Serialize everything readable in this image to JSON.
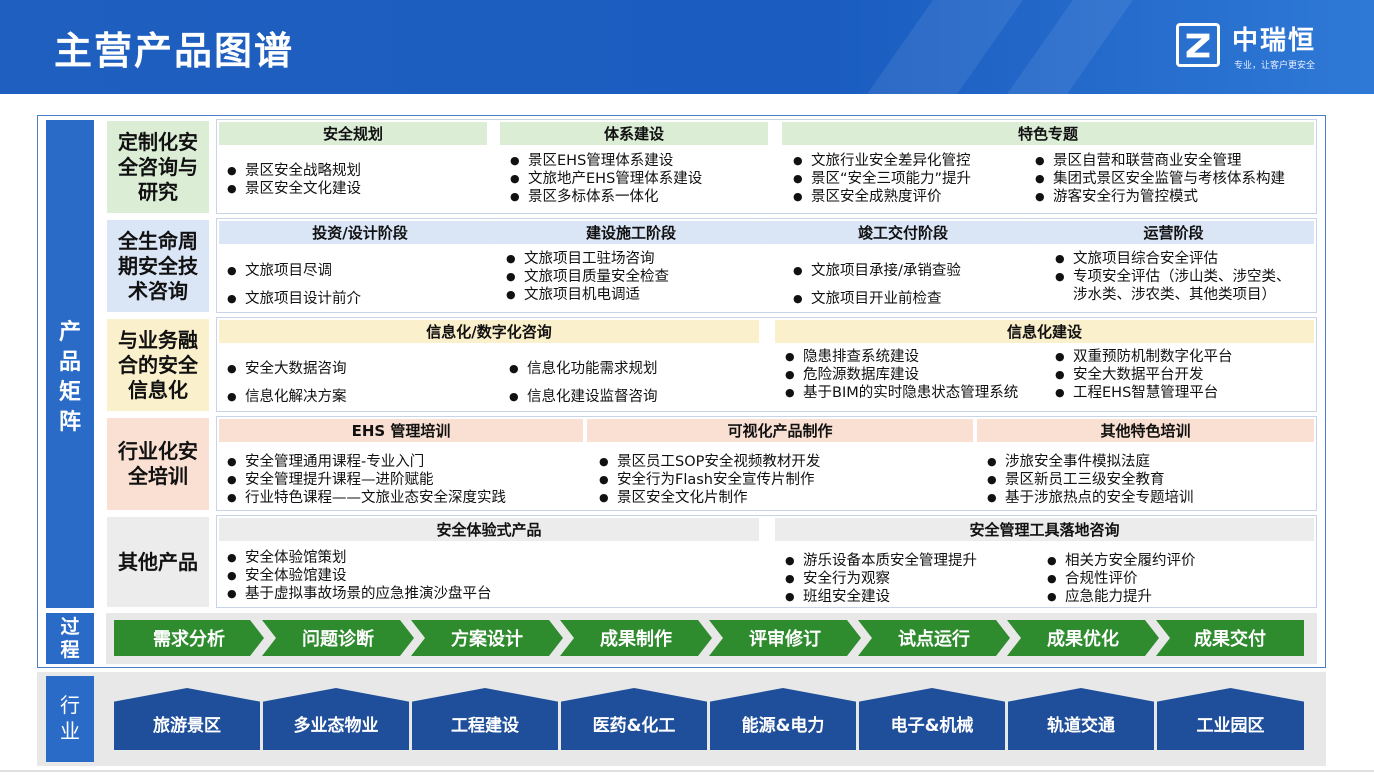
{
  "header": {
    "title": "主营产品图谱",
    "logo_name": "中瑞恒",
    "logo_slogan": "专业，让客户更安全"
  },
  "side_labels": {
    "matrix": [
      "产",
      "品",
      "矩",
      "阵"
    ],
    "process": [
      "过",
      "程"
    ],
    "industry": [
      "行",
      "业"
    ]
  },
  "colors": {
    "primary_blue": "#2a6bc8",
    "green_header": "#dcedd6",
    "blue_header": "#dae5f5",
    "yellow_header": "#fbf0cc",
    "pink_header": "#fae0d3",
    "gray_header": "#ececec",
    "process_green": "#2e8b2e",
    "industry_blue": "#1f4f9a"
  },
  "rows": [
    {
      "label": "定制化安全咨询与研究",
      "headers": [
        "安全规划",
        "体系建设",
        "特色专题"
      ],
      "cols": [
        [
          "景区安全战略规划",
          "景区安全文化建设"
        ],
        [
          "景区EHS管理体系建设",
          "文旅地产EHS管理体系建设",
          "景区多标体系一体化"
        ],
        [
          "文旅行业安全差异化管控",
          "景区“安全三项能力”提升",
          "景区安全成熟度评价"
        ],
        [
          "景区自营和联营商业安全管理",
          "集团式景区安全监管与考核体系构建",
          "游客安全行为管控模式"
        ]
      ]
    },
    {
      "label": "全生命周期安全技术咨询",
      "headers": [
        "投资/设计阶段",
        "建设施工阶段",
        "竣工交付阶段",
        "运营阶段"
      ],
      "cols": [
        [
          "文旅项目尽调",
          "文旅项目设计前介"
        ],
        [
          "文旅项目工驻场咨询",
          "文旅项目质量安全检查",
          "文旅项目机电调适"
        ],
        [
          "文旅项目承接/承销查验",
          "文旅项目开业前检查"
        ],
        [
          "文旅项目综合安全评估",
          "专项安全评估（涉山类、涉空类、",
          "涉水类、涉农类、其他类项目）"
        ]
      ]
    },
    {
      "label": "与业务融合的安全信息化",
      "headers": [
        "信息化/数字化咨询",
        "信息化建设"
      ],
      "cols": [
        [
          "安全大数据咨询",
          "信息化解决方案"
        ],
        [
          "信息化功能需求规划",
          "信息化建设监督咨询"
        ],
        [
          "隐患排查系统建设",
          "危险源数据库建设",
          "基于BIM的实时隐患状态管理系统"
        ],
        [
          "双重预防机制数字化平台",
          "安全大数据平台开发",
          "工程EHS智慧管理平台"
        ]
      ]
    },
    {
      "label": "行业化安全培训",
      "headers": [
        "EHS 管理培训",
        "可视化产品制作",
        "其他特色培训"
      ],
      "cols": [
        [
          "安全管理通用课程-专业入门",
          "安全管理提升课程—进阶赋能",
          "行业特色课程——文旅业态安全深度实践"
        ],
        [
          "景区员工SOP安全视频教材开发",
          "安全行为Flash安全宣传片制作",
          "景区安全文化片制作"
        ],
        [
          "涉旅安全事件模拟法庭",
          "景区新员工三级安全教育",
          "基于涉旅热点的安全专题培训"
        ]
      ]
    },
    {
      "label": "其他产品",
      "headers": [
        "安全体验式产品",
        "安全管理工具落地咨询"
      ],
      "cols": [
        [
          "安全体验馆策划",
          "安全体验馆建设",
          "基于虚拟事故场景的应急推演沙盘平台"
        ],
        [
          "游乐设备本质安全管理提升",
          "安全行为观察",
          "班组安全建设"
        ],
        [
          "相关方安全履约评价",
          "合规性评价",
          "应急能力提升"
        ]
      ]
    }
  ],
  "process_steps": [
    "需求分析",
    "问题诊断",
    "方案设计",
    "成果制作",
    "评审修订",
    "试点运行",
    "成果优化",
    "成果交付"
  ],
  "industries": [
    "旅游景区",
    "多业态物业",
    "工程建设",
    "医药&化工",
    "能源&电力",
    "电子&机械",
    "轨道交通",
    "工业园区"
  ]
}
